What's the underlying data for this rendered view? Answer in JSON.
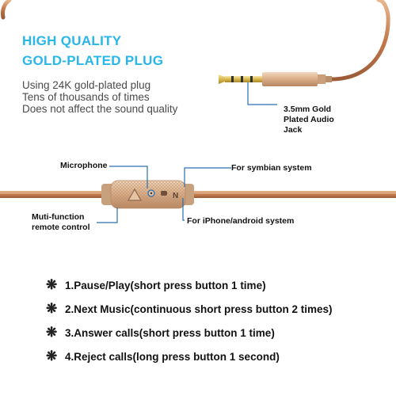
{
  "headline": {
    "line1": "HIGH QUALITY",
    "line2": "GOLD-PLATED PLUG"
  },
  "description": {
    "line1": "Using 24K gold-plated plug",
    "line2": "Tens of thousands of times",
    "line3": "Does not affect the sound quality"
  },
  "jack_label": {
    "line1": "3.5mm Gold",
    "line2": "Plated Audio",
    "line3": "Jack"
  },
  "remote_labels": {
    "microphone": "Microphone",
    "symbian": "For symbian system",
    "iphone_android": "For iPhone/android system",
    "multi_line1": "Muti-function",
    "multi_line2": "remote control"
  },
  "features": [
    {
      "bullet": "❋",
      "text": "1.Pause/Play(short press button 1 time)"
    },
    {
      "bullet": "❋",
      "text": "2.Next Music(continuous short press button 2 times)"
    },
    {
      "bullet": "❋",
      "text": "3.Answer calls(short press button 1 time)"
    },
    {
      "bullet": "❋",
      "text": "4.Reject calls(long press button 1 second)"
    }
  ],
  "colors": {
    "headline": "#29b6e8",
    "cable": "#c98a5e",
    "gold": "#d9b08c",
    "callout_line": "#2a6fb0"
  }
}
